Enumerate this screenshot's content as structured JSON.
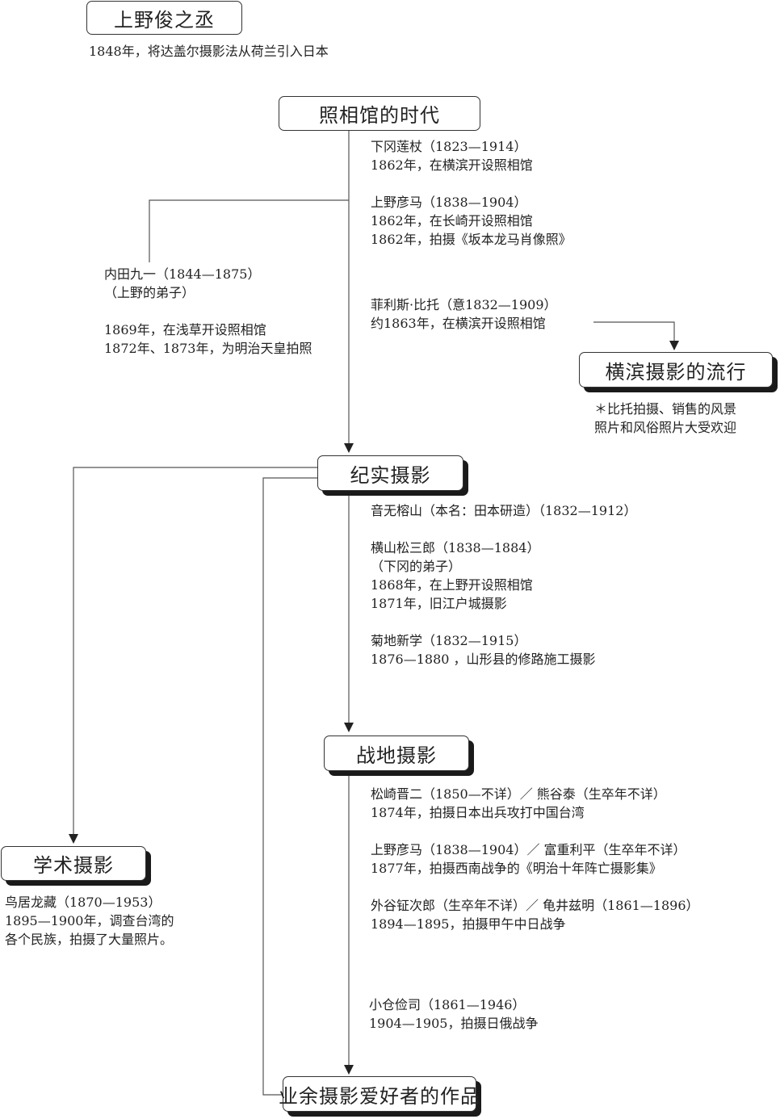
{
  "nodes": {
    "ueno_shunnojo": "上野俊之丞",
    "studio_era": "照相馆的时代",
    "yokohama": "横滨摄影的流行",
    "documentary": "纪实摄影",
    "war": "战地摄影",
    "academic": "学术摄影",
    "amateur": "业余摄影爱好者的作品"
  },
  "notes": {
    "ueno_shunnojo": [
      "1848年，将达盖尔摄影法从荷兰引入日本"
    ],
    "shimooka": [
      "下冈莲杖（1823—1914）",
      "1862年，在横滨开设照相馆"
    ],
    "ueno_hikoma": [
      "上野彦马（1838—1904）",
      "1862年，在长崎开设照相馆",
      "1862年，拍摄《坂本龙马肖像照》"
    ],
    "uchida_name": [
      "内田九一（1844—1875）",
      "（上野的弟子）"
    ],
    "uchida_events": [
      "1869年，在浅草开设照相馆",
      "1872年、1873年，为明治天皇拍照"
    ],
    "beato": [
      "菲利斯·比托（意1832—1909）",
      "约1863年，在横滨开设照相馆"
    ],
    "yokohama": [
      "＊比托拍摄、销售的风景",
      "照片和风俗照片大受欢迎"
    ],
    "otonashi": [
      "音无榕山（本名：田本研造）（1832—1912）"
    ],
    "yokoyama": [
      "横山松三郎（1838—1884）",
      "（下冈的弟子）",
      "1868年，在上野开设照相馆",
      "1871年，旧江户城摄影"
    ],
    "kikuchi": [
      "菊地新学（1832—1915）",
      "1876—1880 ，山形县的修路施工摄影"
    ],
    "matsuzaki": [
      "松崎晋二（1850—不详）／ 熊谷泰（生卒年不详）",
      "1874年，拍摄日本出兵攻打中国台湾"
    ],
    "ueno_kumagai": [
      "上野彦马（1838—1904）／ 富重利平（生卒年不详）",
      "1877年，拍摄西南战争的《明治十年阵亡摄影集》"
    ],
    "toya": [
      "外谷钲次郎（生卒年不详）／ 龟井兹明（1861—1896）",
      "1894—1895，拍摄甲午中日战争"
    ],
    "torii": [
      "鸟居龙藏（1870—1953）",
      "1895—1900年，调查台湾的",
      "各个民族，拍摄了大量照片。"
    ],
    "ogura": [
      "小仓俭司（1861—1946）",
      "1904—1905，拍摄日俄战争"
    ]
  },
  "colors": {
    "line": "#444444",
    "text": "#222222",
    "shadow": "#1a1a1a"
  }
}
